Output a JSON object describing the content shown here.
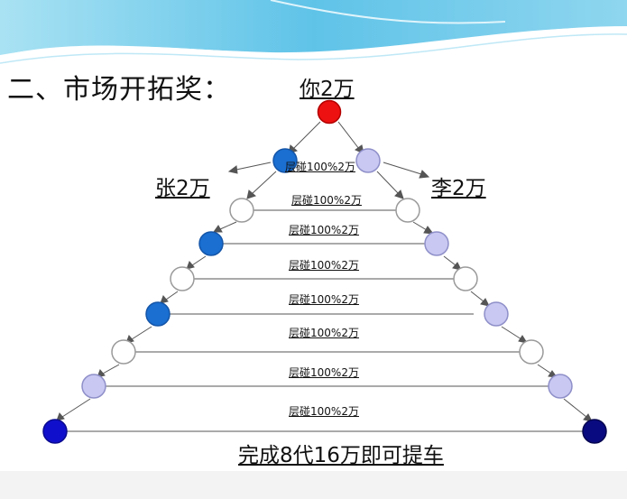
{
  "slide": {
    "title": "二、市场开拓奖：",
    "top_label": "你2万",
    "left_label": "张2万",
    "right_label": "李2万",
    "layer_labels": [
      "层碰100%2万",
      "层碰100%2万",
      "层碰100%2万",
      "层碰100%2万",
      "层碰100%2万",
      "层碰100%2万",
      "层碰100%2万",
      "层碰100%2万"
    ],
    "footer": "完成8代16万即可提车"
  },
  "colors": {
    "top_node": "#ee1111",
    "dark_blue": "#1a6fd1",
    "light_purple": "#c8c8f2",
    "white_node": "#ffffff",
    "bottom_left": "#1010cc",
    "bottom_right": "#0a0a80",
    "line": "#555555",
    "header_wave": "#5fc3e8"
  }
}
